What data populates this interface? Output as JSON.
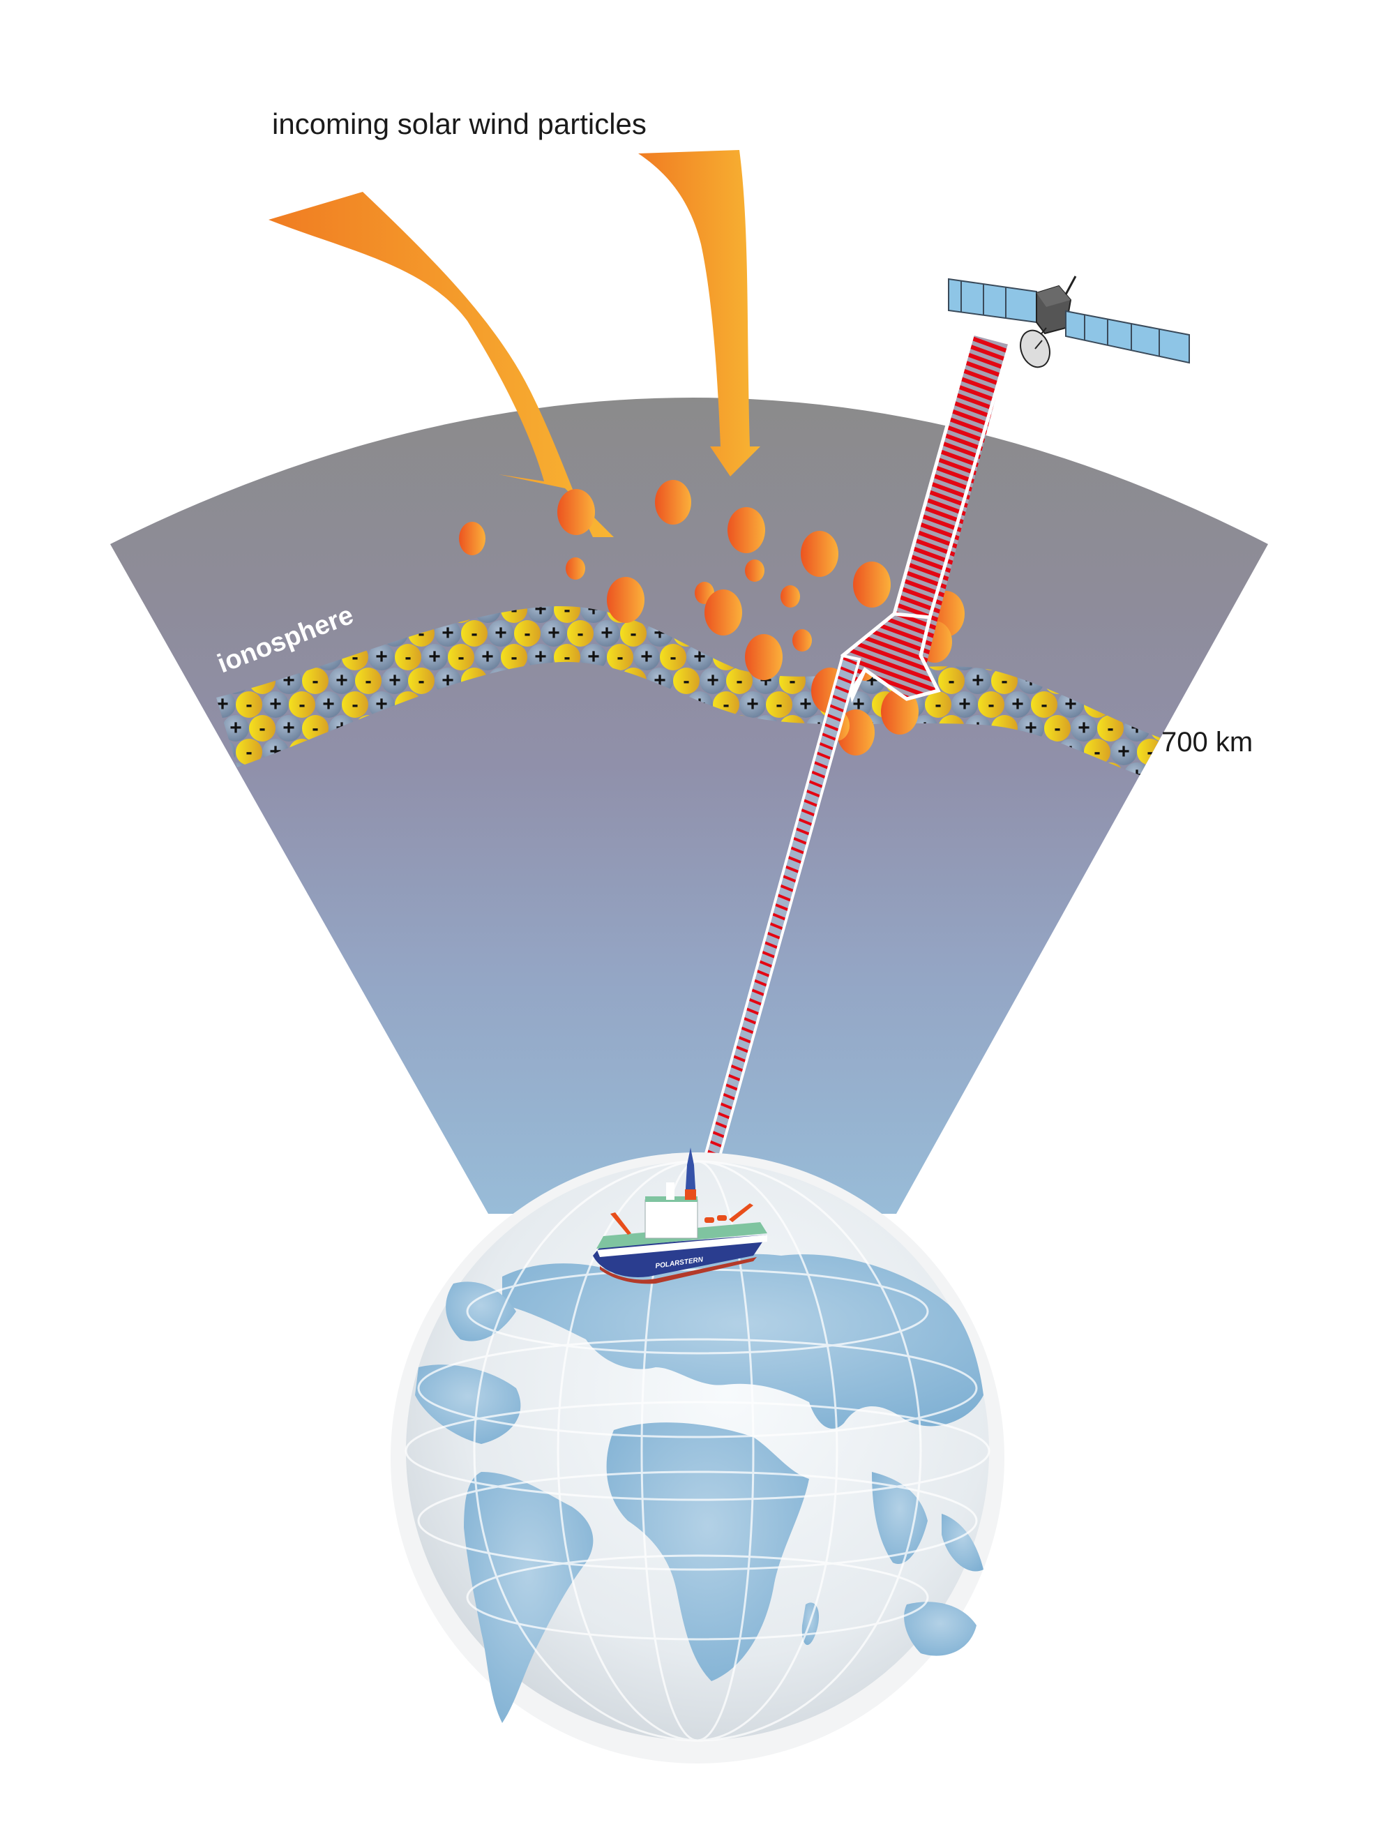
{
  "title": "incoming solar wind particles",
  "labels": {
    "solar_wind": "incoming solar wind particles",
    "ionosphere": "ionosphere",
    "altitude": "700 km",
    "ship_name": "POLARSTERN"
  },
  "elements": {
    "arrows": [
      {
        "name": "solar-wind-arrow-left",
        "description": "curved orange arrow pointing into atmosphere"
      },
      {
        "name": "solar-wind-arrow-right",
        "description": "near-vertical orange arrow pointing into atmosphere"
      }
    ],
    "satellite": {
      "description": "satellite with solar panels and dish antenna"
    },
    "signal_beam": {
      "description": "red striped radio signal from satellite, refracted by ionosphere, to ship"
    },
    "ship": {
      "description": "research icebreaker vessel on globe"
    },
    "globe": {
      "description": "Earth globe showing Europe, Africa, Asia and South America"
    }
  },
  "colors": {
    "sky_top": "#8e8e8e",
    "sky_mid": "#8f8fa6",
    "sky_bottom": "#97b8d6",
    "arrow_start": "#f07c22",
    "arrow_end": "#f8b533",
    "particle_start": "#ee5a1f",
    "particle_end": "#fbb03b",
    "ion_positive": "#7f93ad",
    "ion_negative": "#f0c820",
    "signal_red": "#e30613",
    "globe_land": "#8cb8d8",
    "globe_ocean": "#e8eef3",
    "satellite_panel": "#8ec5e6",
    "satellite_body": "#555555",
    "ship_hull": "#2a3d8f"
  }
}
